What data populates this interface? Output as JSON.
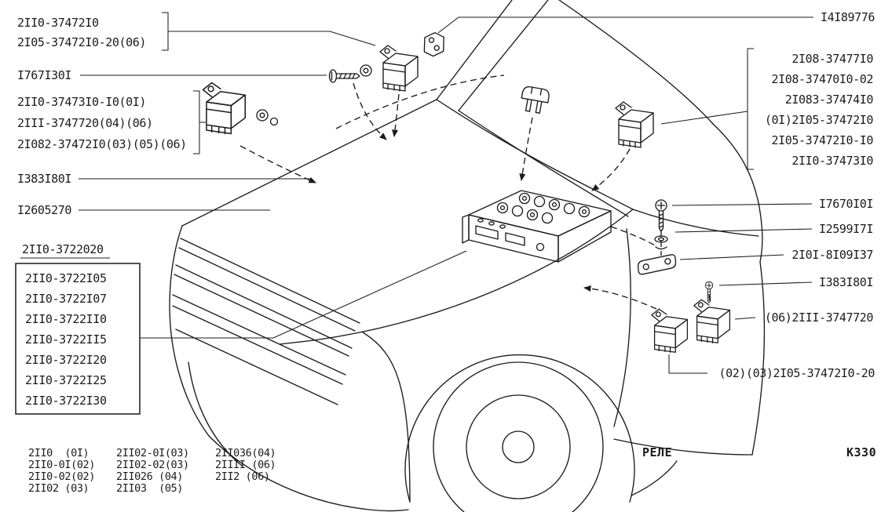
{
  "figure": {
    "title": "РЕЛЕ",
    "code": "К330"
  },
  "callouts": {
    "relay_group_top_left": [
      "2II0-37472I0",
      "2I05-37472I0-20(06)"
    ],
    "screw_top": "I767I30I",
    "relay_group_left": [
      "2II0-37473I0-I0(0I)",
      "2III-3747720(04)(06)",
      "2I082-37472I0(03)(05)(06)"
    ],
    "washer_left": "I383I80I",
    "nut_left": "I2605270",
    "mounting_block": "2II0-3722020",
    "mounting_block_variants": [
      "2II0-3722I05",
      "2II0-3722I07",
      "2II0-3722II0",
      "2II0-3722II5",
      "2II0-3722I20",
      "2II0-3722I25",
      "2II0-3722I30"
    ],
    "bracket_top_right": "I4I89776",
    "relay_group_right": [
      "2I08-37477I0",
      "2I08-37470I0-02",
      "2I083-37474I0",
      "(0I)2I05-37472I0",
      "2I05-37472I0-I0",
      "2II0-37473I0"
    ],
    "screw_right": "I7670I0I",
    "washer_spring_right": "I2599I7I",
    "bracket_right": "2I0I-8I09I37",
    "washer_right": "I383I80I",
    "relay_right_06": "(06)2III-3747720",
    "relay_right_02_03": "(02)(03)2I05-37472I0-20"
  },
  "applicability": {
    "col1": [
      "2II0  (0I)",
      "2II0-0I(02)",
      "2II0-02(02)",
      "2II02 (03)"
    ],
    "col2": [
      "2II02-0I(03)",
      "2II02-02(03)",
      "2II026 (04)",
      "2II03  (05)"
    ],
    "col3": [
      "2II036(04)",
      "2IIII (06)",
      "2II2 (06)"
    ]
  },
  "colors": {
    "ink": "#1b1b1b",
    "paper": "#ffffff"
  }
}
